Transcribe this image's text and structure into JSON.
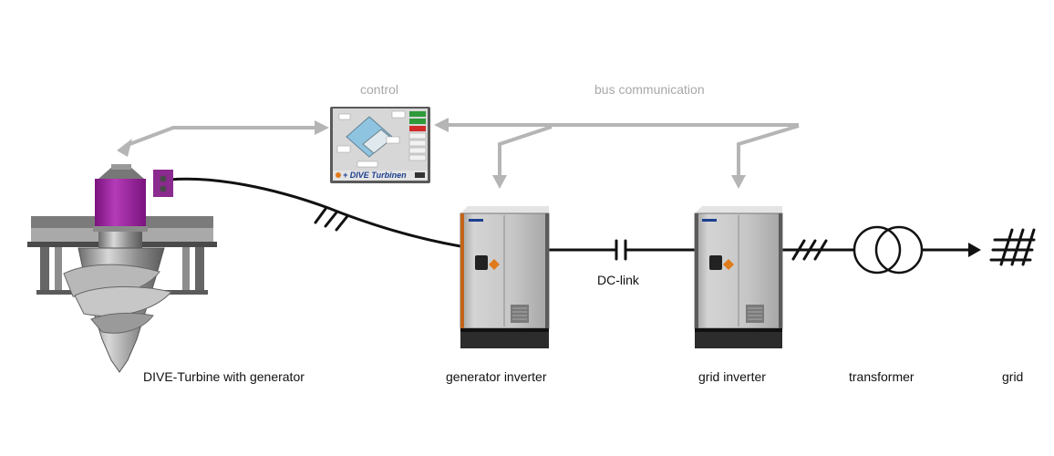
{
  "labels": {
    "control": "control",
    "bus_communication": "bus communication",
    "dc_link": "DC-link",
    "turbine": "DIVE-Turbine with generator",
    "generator_inverter": "generator inverter",
    "grid_inverter": "grid inverter",
    "transformer": "transformer",
    "grid": "grid"
  },
  "control_screen": {
    "brand": "+ DIVE Turbinen"
  },
  "colors": {
    "power_line": "#111111",
    "bus_line": "#b5b5b5",
    "generator": "#9a1f9e",
    "cabinet": "#c9c9c9",
    "brand": "#1c3f8f"
  }
}
